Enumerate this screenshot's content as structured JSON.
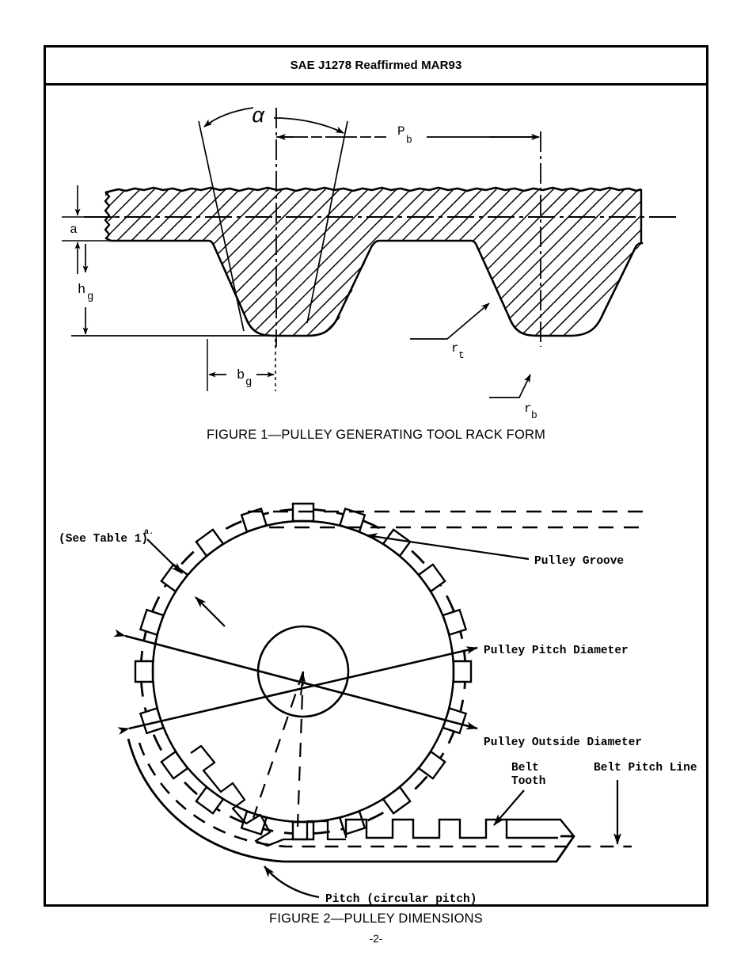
{
  "document": {
    "header_title": "SAE J1278 Reaffirmed MAR93",
    "page_number": "-2-"
  },
  "figure1": {
    "caption": "FIGURE 1—PULLEY GENERATING TOOL RACK FORM",
    "labels": {
      "angle": "α",
      "belt_pitch": "P",
      "belt_pitch_sub": "b",
      "addendum": "a",
      "groove_depth": "h",
      "groove_depth_sub": "g",
      "groove_width": "b",
      "groove_width_sub": "g",
      "radius_top": "r",
      "radius_top_sub": "t",
      "radius_bottom": "r",
      "radius_bottom_sub": "b"
    }
  },
  "figure2": {
    "caption": "FIGURE 2—PULLEY DIMENSIONS",
    "labels": {
      "see_table": "(See Table 1)",
      "see_table_footnote": "a.",
      "pulley_groove": "Pulley Groove",
      "pulley_pitch_diameter": "Pulley Pitch Diameter",
      "pulley_outside_diameter": "Pulley Outside Diameter",
      "belt_tooth_line1": "Belt",
      "belt_tooth_line2": "Tooth",
      "belt_pitch_line": "Belt Pitch Line",
      "pitch_circular": "Pitch (circular pitch)"
    }
  },
  "colors": {
    "ink": "#000000",
    "paper": "#ffffff"
  }
}
